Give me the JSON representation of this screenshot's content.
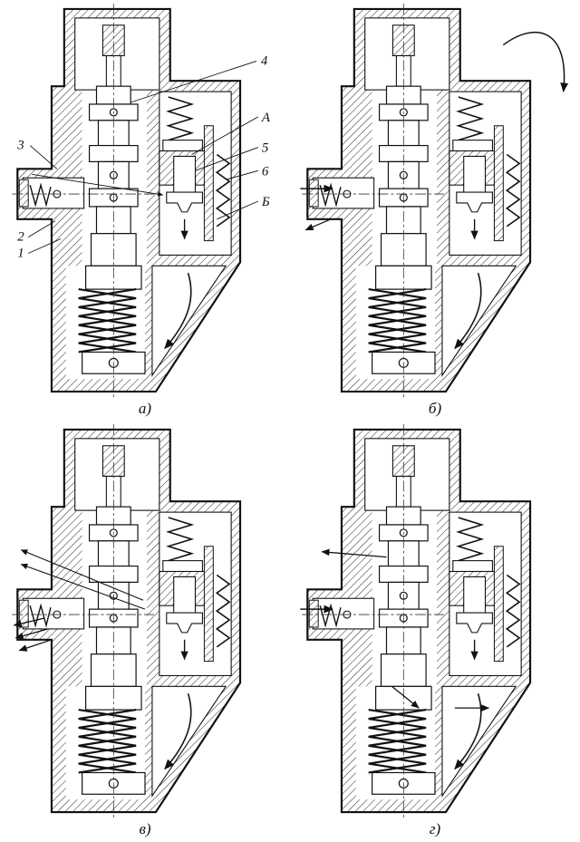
{
  "figure_labels": {
    "panel_a": "а)",
    "panel_b": "б)",
    "panel_v": "в)",
    "panel_g": "г)"
  },
  "callouts": {
    "n4": "4",
    "A": "А",
    "n5": "5",
    "n6": "6",
    "B": "Б",
    "n3": "3",
    "n2": "2",
    "n1": "1"
  }
}
